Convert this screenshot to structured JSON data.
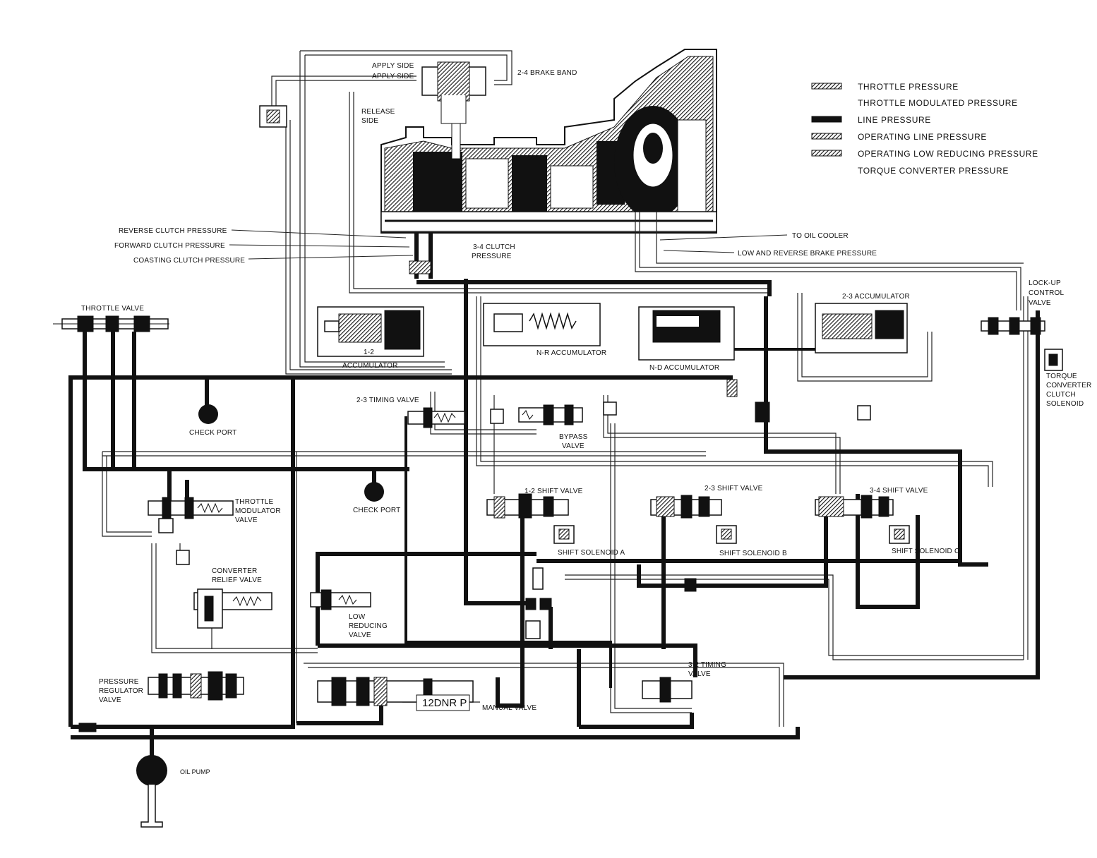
{
  "legend": [
    {
      "label": "THROTTLE PRESSURE",
      "swatch": "hatched"
    },
    {
      "label": "THROTTLE MODULATED PRESSURE",
      "swatch": "none"
    },
    {
      "label": "LINE PRESSURE",
      "swatch": "solid"
    },
    {
      "label": "OPERATING LINE PRESSURE",
      "swatch": "hatched"
    },
    {
      "label": "OPERATING LOW  REDUCING PRESSURE",
      "swatch": "hatched"
    },
    {
      "label": "TORQUE CONVERTER PRESSURE",
      "swatch": "none"
    }
  ],
  "labels": {
    "apply_side_1": "APPLY SIDE",
    "apply_side_2": "APPLY SIDE",
    "brake_band": "2-4 BRAKE BAND",
    "release_side_1": "RELEASE",
    "release_side_2": "SIDE",
    "reverse_clutch": "REVERSE CLUTCH PRESSURE",
    "forward_clutch": "FORWARD CLUTCH PRESSURE",
    "coasting_clutch": "COASTING CLUTCH PRESSURE",
    "clutch_34_1": "3-4 CLUTCH",
    "clutch_34_2": "PRESSURE",
    "oil_cooler": "TO OIL COOLER",
    "low_reverse": "LOW AND REVERSE BRAKE PRESSURE",
    "throttle_valve": "THROTTLE VALVE",
    "acc_12_a": "1-2",
    "acc_12_b": "ACCUMULATOR",
    "nr_acc": "N-R ACCUMULATOR",
    "nd_acc": "N-D ACCUMULATOR",
    "acc_23": "2-3 ACCUMULATOR",
    "lockup_1": "LOCK-UP",
    "lockup_2": "CONTROL",
    "lockup_3": "VALVE",
    "tcc_1": "TORQUE",
    "tcc_2": "CONVERTER",
    "tcc_3": "CLUTCH",
    "tcc_4": "SOLENOID",
    "timing_23": "2-3 TIMING VALVE",
    "check_port_1": "CHECK PORT",
    "check_port_2": "CHECK PORT",
    "bypass_1": "BYPASS",
    "bypass_2": "VALVE",
    "shift_12": "1-2 SHIFT VALVE",
    "shift_23": "2-3 SHIFT VALVE",
    "shift_34": "3-4 SHIFT VALVE",
    "tmv_1": "THROTTLE",
    "tmv_2": "MODULATOR",
    "tmv_3": "VALVE",
    "sol_a": "SHIFT SOLENOID A",
    "sol_b": "SHIFT SOLENOID B",
    "sol_c": "SHIFT SOLENOID C",
    "crv_1": "CONVERTER",
    "crv_2": "RELIEF VALVE",
    "lrv_1": "LOW",
    "lrv_2": "REDUCING",
    "lrv_3": "VALVE",
    "prv_1": "PRESSURE",
    "prv_2": "REGULATOR",
    "prv_3": "VALVE",
    "manual_valve": "MANUAL VALVE",
    "gear_positions": "12DNR P",
    "timing_32_1": "3-2 TIMING",
    "timing_32_2": "VALVE",
    "oil_pump": "OIL PUMP"
  }
}
